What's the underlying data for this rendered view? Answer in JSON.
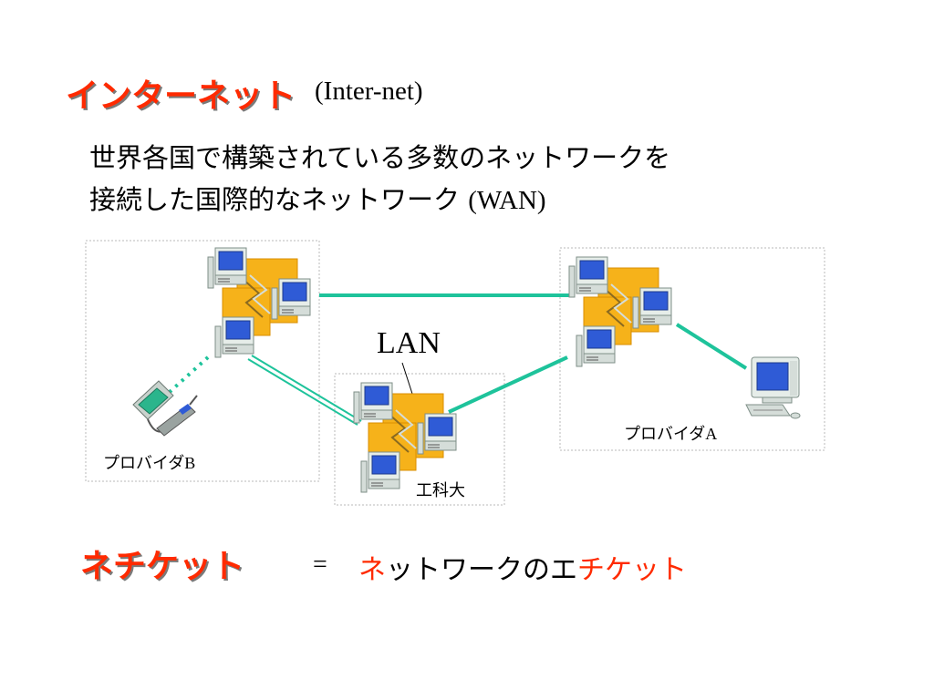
{
  "title": {
    "japanese": "インターネット",
    "english": "(Inter-net)"
  },
  "description": {
    "line1": "世界各国で構築されている多数のネットワークを",
    "line2_text": "接続した国際的なネットワーク",
    "line2_wan": "(WAN)"
  },
  "diagram": {
    "lan_label": "LAN",
    "provider_b": {
      "jp": "プロバイダ",
      "latin": "B"
    },
    "provider_a": {
      "jp": "プロバイダ",
      "latin": "A"
    },
    "univ": "工科大"
  },
  "netiquette": {
    "term": "ネチケット",
    "equals": "=",
    "def_ne": "ネ",
    "def_mid": "ットワークのエ",
    "def_chiket": "チケット"
  },
  "colors": {
    "accent_red": "#ff2a00",
    "link_green": "#1ec39b",
    "network_orange": "#f6b21a",
    "screen_blue": "#2f5bd6"
  }
}
